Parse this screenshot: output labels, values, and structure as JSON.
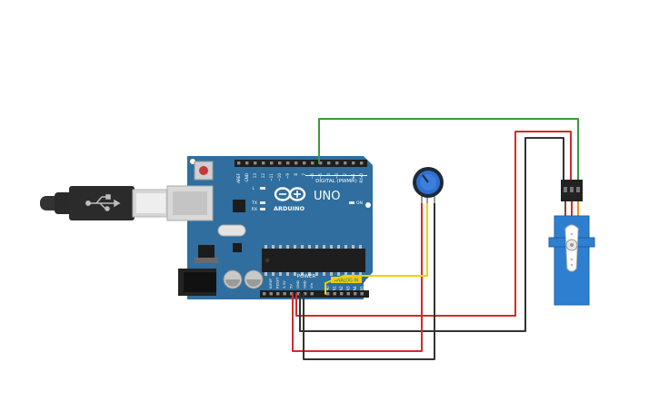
{
  "board": {
    "brand": "ARDUINO",
    "model": "UNO",
    "digital_header_label": "DIGITAL (PWM~)",
    "analog_header_label": "ANALOG IN",
    "power_header_label": "POWER",
    "led_on": "ON",
    "led_tx": "TX",
    "led_rx": "RX",
    "led_l": "L",
    "top_pins": [
      "AREF",
      "GND",
      "13",
      "12",
      "~11",
      "~10",
      "~9",
      "8",
      "7",
      "~6",
      "~5",
      "4",
      "~3",
      "2",
      "TX▸1",
      "RX◂0"
    ],
    "power_pins": [
      "IOREF",
      "RESET",
      "3.3V",
      "5V",
      "GND",
      "GND",
      "Vin"
    ],
    "analog_pins": [
      "A0",
      "A1",
      "A2",
      "A3",
      "A4",
      "A5"
    ]
  },
  "colors": {
    "board": "#2f6e9f",
    "board_dark": "#255a84",
    "wire_green": "#3a9a3a",
    "wire_red": "#d42a2a",
    "wire_black": "#333333",
    "wire_yellow": "#f0d000",
    "servo_blue": "#2f7fd0",
    "knob_blue": "#2f6fd0"
  },
  "icons": {
    "usb": "usb-icon",
    "arduino_logo": "infinity-logo-icon"
  }
}
